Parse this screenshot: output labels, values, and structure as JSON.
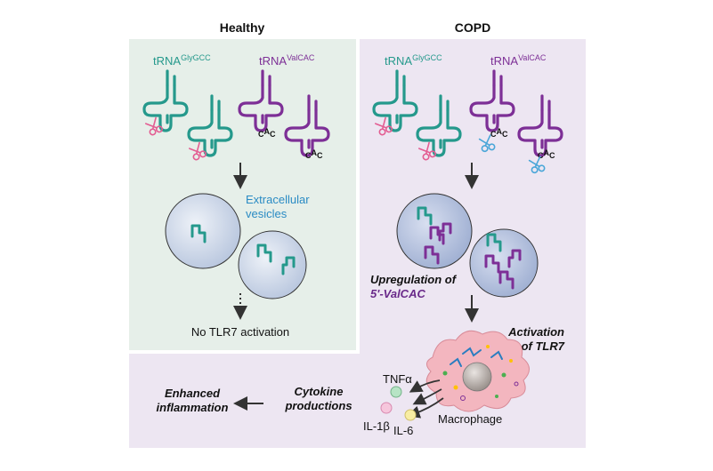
{
  "panels": {
    "healthy": {
      "title": "Healthy",
      "trna_gly": {
        "base": "tRNA",
        "sup": "GlyGCC"
      },
      "trna_val": {
        "base": "tRNA",
        "sup": "ValCAC"
      },
      "ev_label_line1": "Extracellular",
      "ev_label_line2": "vesicles",
      "outcome": "No TLR7 activation",
      "color": "#e6efe9"
    },
    "copd": {
      "title": "COPD",
      "trna_gly": {
        "base": "tRNA",
        "sup": "GlyGCC"
      },
      "trna_val": {
        "base": "tRNA",
        "sup": "ValCAC"
      },
      "upregulation_line1": "Upregulation of",
      "upregulation_line2": "5'-ValCAC",
      "activation_line1": "Activation",
      "activation_line2": "of TLR7",
      "color": "#ede6f2"
    }
  },
  "anticodon": [
    "C",
    "A",
    "C"
  ],
  "cytokines": {
    "tnf": "TNFα",
    "il1b": "IL-1β",
    "il6": "IL-6"
  },
  "macrophage_label": "Macrophage",
  "cytokine_label_line1": "Cytokine",
  "cytokine_label_line2": "productions",
  "inflammation_line1": "Enhanced",
  "inflammation_line2": "inflammation",
  "colors": {
    "gly_trna": "#25998c",
    "val_trna": "#7d2f96",
    "healthy_scissors": "#e35d92",
    "copd_scissors": "#4aa6d8",
    "vesicle": "#c9d3e6",
    "macrophage": "#f3b6bf"
  }
}
